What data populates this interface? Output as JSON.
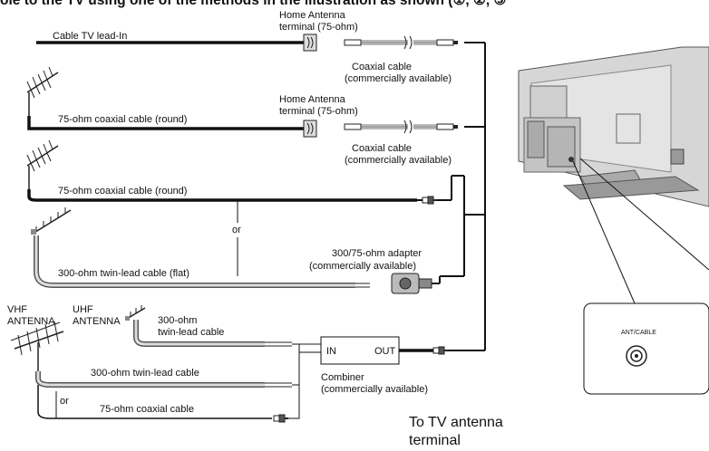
{
  "header": {
    "text": "ole to the TV using one of the methods in the illustration as shown (①, ②, ③"
  },
  "labels": {
    "cable_tv_lead_in": "Cable TV lead-In",
    "home_antenna_terminal_1a": "Home Antenna",
    "home_antenna_terminal_1b": "terminal (75-ohm)",
    "coaxial_cable_1a": "Coaxial cable",
    "coaxial_cable_1b": "(commercially available)",
    "coax_round_1": "75-ohm coaxial cable (round)",
    "home_antenna_terminal_2a": "Home Antenna",
    "home_antenna_terminal_2b": "terminal (75-ohm)",
    "coaxial_cable_2a": "Coaxial cable",
    "coaxial_cable_2b": "(commercially available)",
    "coax_round_2": "75-ohm coaxial cable (round)",
    "or_1": "or",
    "adapter_a": "300/75-ohm adapter",
    "adapter_b": "(commercially available)",
    "twin_lead_flat": "300-ohm twin-lead cable (flat)",
    "vhf_a": "VHF",
    "vhf_b": "ANTENNA",
    "uhf_a": "UHF",
    "uhf_b": "ANTENNA",
    "twin_lead_uhf_a": "300-ohm",
    "twin_lead_uhf_b": "twin-lead cable",
    "twin_lead_vhf": "300-ohm twin-lead cable",
    "or_2": "or",
    "coax_vhf": "75-ohm coaxial cable",
    "combiner_in": "IN",
    "combiner_out": "OUT",
    "combiner_a": "Combiner",
    "combiner_b": "(commercially available)",
    "ant_cable": "ANT/CABLE",
    "to_tv_a": "To TV antenna",
    "to_tv_b": "terminal"
  }
}
